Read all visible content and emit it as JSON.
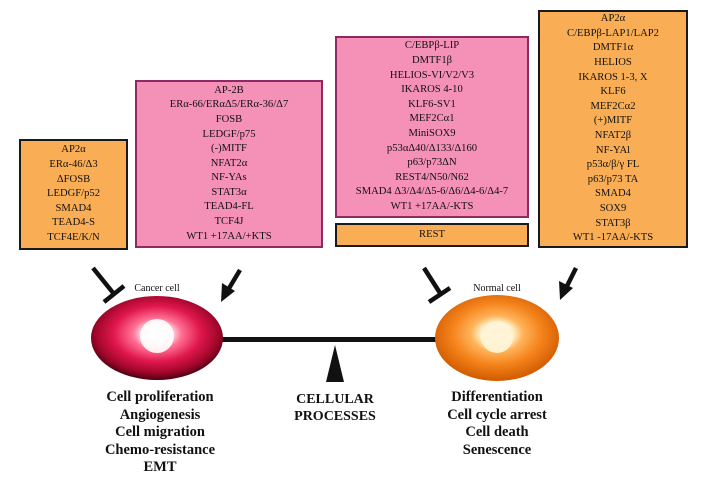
{
  "left_inhibit_box": [
    "AP2α",
    "ERα-46/Δ3",
    "ΔFOSB",
    "LEDGF/p52",
    "SMAD4",
    "TEAD4-S",
    "TCF4E/K/N"
  ],
  "left_promote_box": [
    "AP-2B",
    "ERα-66/ERαΔ5/ERα-36/Δ7",
    "FOSB",
    "LEDGF/p75",
    "(-)MITF",
    "NFAT2α",
    "NF-YAs",
    "STAT3α",
    "TEAD4-FL",
    "TCF4J",
    "WT1 +17AA/+KTS"
  ],
  "right_inhibit_box": [
    "C/EBPβ-LIP",
    "DMTF1β",
    "HELIOS-VI/V2/V3",
    "IKAROS 4-10",
    "KLF6-SV1",
    "MEF2Cα1",
    "MiniSOX9",
    "p53αΔ40/Δ133/Δ160",
    "p63/p73ΔN",
    "REST4/N50/N62",
    "SMAD4 Δ3/Δ4/Δ5-6/Δ6/Δ4-6/Δ4-7",
    "WT1 +17AA/-KTS"
  ],
  "rest_box": [
    "REST"
  ],
  "right_promote_box": [
    "AP2α",
    "C/EBPβ-LAP1/LAP2",
    "DMTF1α",
    "HELIOS",
    "IKAROS 1-3, X",
    "KLF6",
    "MEF2Cα2",
    "(+)MITF",
    "NFAT2β",
    "NF-YAl",
    "p53α/β/γ FL",
    "p63/p73 TA",
    "SMAD4",
    "SOX9",
    "STAT3β",
    "WT1 -17AA/-KTS"
  ],
  "cancer_cell_label": "Cancer cell",
  "normal_cell_label": "Normal cell",
  "center_label": [
    "CELLULAR",
    "PROCESSES"
  ],
  "cancer_outcomes": [
    "Cell proliferation",
    "Angiogenesis",
    "Cell migration",
    "Chemo-resistance",
    "EMT"
  ],
  "normal_outcomes": [
    "Differentiation",
    "Cell cycle arrest",
    "Cell death",
    "Senescence"
  ],
  "colors": {
    "orange_box": "#F9AE55",
    "pink_box": "#F590B7",
    "pink_border": "#8e2a63",
    "cancer_cell": "#D10A3C",
    "normal_cell": "#F07D10"
  }
}
